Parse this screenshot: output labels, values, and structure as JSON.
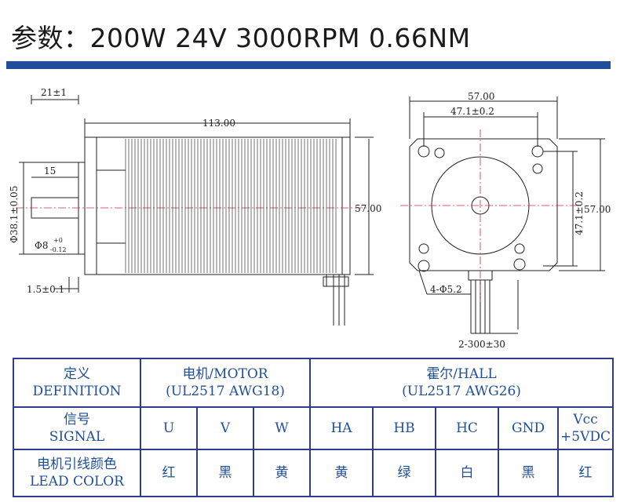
{
  "header": {
    "title": "参数：200W 24V 3000RPM 0.66NM"
  },
  "drawing": {
    "side": {
      "dim_21": "21±1",
      "dim_113": "113.00",
      "dim_15": "15",
      "dim_dia38": "Φ38.1±0.05",
      "dim_dia8": "Φ8",
      "dim_dia8_tol_upper": "+0",
      "dim_dia8_tol_lower": "-0.12",
      "dim_1_5": "1.5±0.1",
      "dim_57": "57.00"
    },
    "front": {
      "dim_57_top": "57.00",
      "dim_47_top": "47.1±0.2",
      "dim_47_side": "47.1±0.2",
      "dim_57_side": "57.00",
      "dim_holes": "4-Φ5.2",
      "dim_lead": "2-300±30"
    }
  },
  "table": {
    "definition": {
      "cn": "定义",
      "en": "DEFINITION"
    },
    "motor": {
      "cn": "电机/MOTOR",
      "en": "(UL2517  AWG18)"
    },
    "hall": {
      "cn": "霍尔/HALL",
      "en": "(UL2517  AWG26)"
    },
    "signal": {
      "cn": "信号",
      "en": "SIGNAL"
    },
    "lead": {
      "cn": "电机引线颜色",
      "en": "LEAD COLOR"
    },
    "signals": [
      "U",
      "V",
      "W",
      "HA",
      "HB",
      "HC",
      "GND"
    ],
    "vcc": {
      "line1": "Vcc",
      "line2": "+5VDC"
    },
    "colors": [
      "红",
      "黑",
      "黄",
      "黄",
      "绿",
      "白",
      "黑",
      "红"
    ]
  }
}
